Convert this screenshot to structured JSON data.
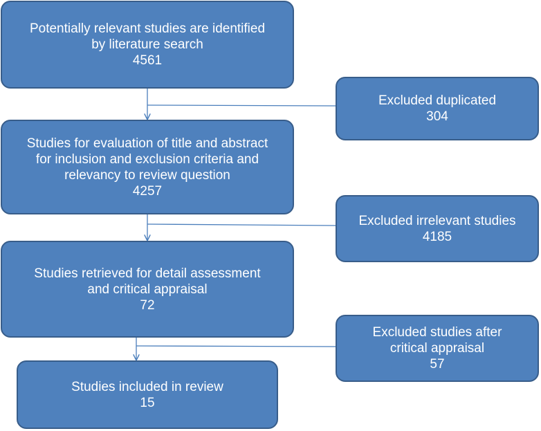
{
  "colors": {
    "box_fill": "#4f81bd",
    "box_border": "#385d8a",
    "connector": "#4a7ebb",
    "text": "#ffffff"
  },
  "main_flow": [
    {
      "text": "Potentially relevant  studies are  identified\nby literature search",
      "count": "4561"
    },
    {
      "text": "Studies for evaluation of title and abstract\nfor  inclusion and exclusion criteria  and\nrelevancy to review question",
      "count": "4257"
    },
    {
      "text": "Studies retrieved for detail  assessment\nand critical appraisal",
      "count": "72"
    },
    {
      "text": "Studies included in review",
      "count": "15"
    }
  ],
  "exclusions": [
    {
      "text": "Excluded duplicated",
      "count": "304"
    },
    {
      "text": "Excluded irrelevant  studies",
      "count": "4185"
    },
    {
      "text": "Excluded  studies  after\ncritical appraisal",
      "count": "57"
    }
  ]
}
